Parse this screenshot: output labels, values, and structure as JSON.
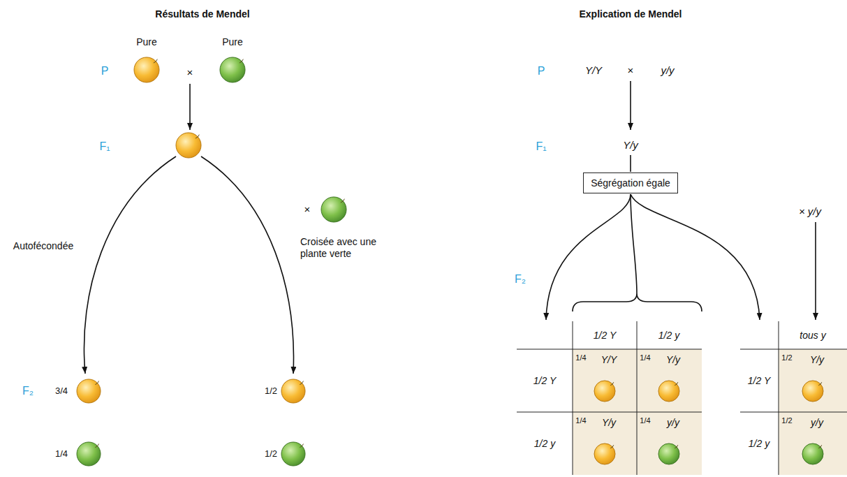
{
  "diagram": {
    "nodes": [
      {
        "text": [
          "Ségrégation égale"
        ]
      }
    ],
    "labels": [
      "Résultats de Mendel",
      "Explication de Mendel",
      "Pure",
      "Pure",
      "P",
      "×",
      "F₁",
      "Autofécondée",
      "×",
      "Croisée avec une plante verte",
      "F₂",
      "3/4",
      "1/4",
      "1/2",
      "1/2",
      "P",
      "Y/Y",
      "×",
      "y/y",
      "F₁",
      "Y/y",
      "× y/y",
      "F₂",
      "1/2 Y",
      "1/2 y",
      "1/2 Y",
      "1/2 y",
      "1/4",
      "Y/Y",
      "1/4",
      "Y/y",
      "1/4",
      "Y/y",
      "1/4",
      "y/y",
      "tous y",
      "1/2 Y",
      "1/2 y",
      "1/2",
      "Y/y",
      "1/2",
      "y/y"
    ]
  }
}
